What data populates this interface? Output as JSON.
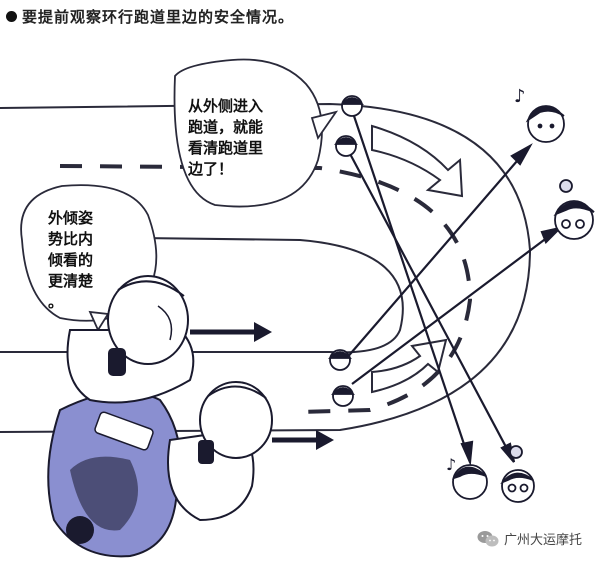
{
  "heading": "要提前观察环行跑道里边的安全情况。",
  "bubble_outside": "从外侧进入\n跑道，就能\n看清跑道里\n边了！",
  "bubble_lean": "外倾姿\n势比内\n倾看的\n更清楚\n。",
  "watermark": "广州大运摩托",
  "icons": {
    "heading_bullet": "filled-circle",
    "watermark_logo": "wechat-icon",
    "music_note": "music-note-icon"
  },
  "colors": {
    "ink": "#1a1a2e",
    "bike_shade": "#8a8fd0",
    "arrow_fill": "#ffffff"
  }
}
